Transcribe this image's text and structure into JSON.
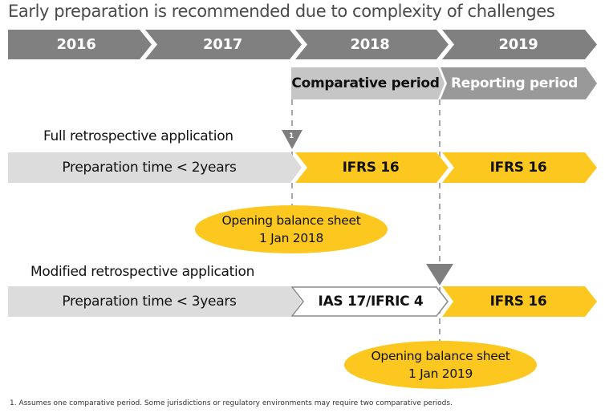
{
  "title": "Early preparation is recommended due to complexity of challenges",
  "timeline": {
    "years": [
      {
        "label": "2016"
      },
      {
        "label": "2017"
      },
      {
        "label": "2018"
      },
      {
        "label": "2019"
      }
    ],
    "periods": {
      "comparative": "Comparative period",
      "reporting": "Reporting period"
    }
  },
  "full_retrospective": {
    "heading": "Full retrospective application",
    "marker_label": "1",
    "segments": [
      {
        "label": "Preparation time < 2years",
        "style": "gray"
      },
      {
        "label": "IFRS 16",
        "style": "yellow"
      },
      {
        "label": "IFRS 16",
        "style": "yellow"
      }
    ],
    "opening_balance": {
      "line1": "Opening balance sheet",
      "line2": "1 Jan 2018"
    }
  },
  "modified_retrospective": {
    "heading": "Modified retrospective application",
    "segments": [
      {
        "label": "Preparation time < 3years",
        "style": "gray"
      },
      {
        "label": "IAS 17/IFRIC 4",
        "style": "outline"
      },
      {
        "label": "IFRS 16",
        "style": "yellow"
      }
    ],
    "opening_balance": {
      "line1": "Opening balance sheet",
      "line2": "1 Jan 2019"
    }
  },
  "footnote": "1. Assumes one comparative period. Some jurisdictions or regulatory environments may require two comparative periods.",
  "colors": {
    "year_bar": "#808080",
    "comparative": "#c6c6c6",
    "reporting": "#999999",
    "prep_gray": "#dcdcdc",
    "yellow": "#fcc820",
    "marker": "#7f7f7f",
    "dash": "#a8a8a8"
  }
}
